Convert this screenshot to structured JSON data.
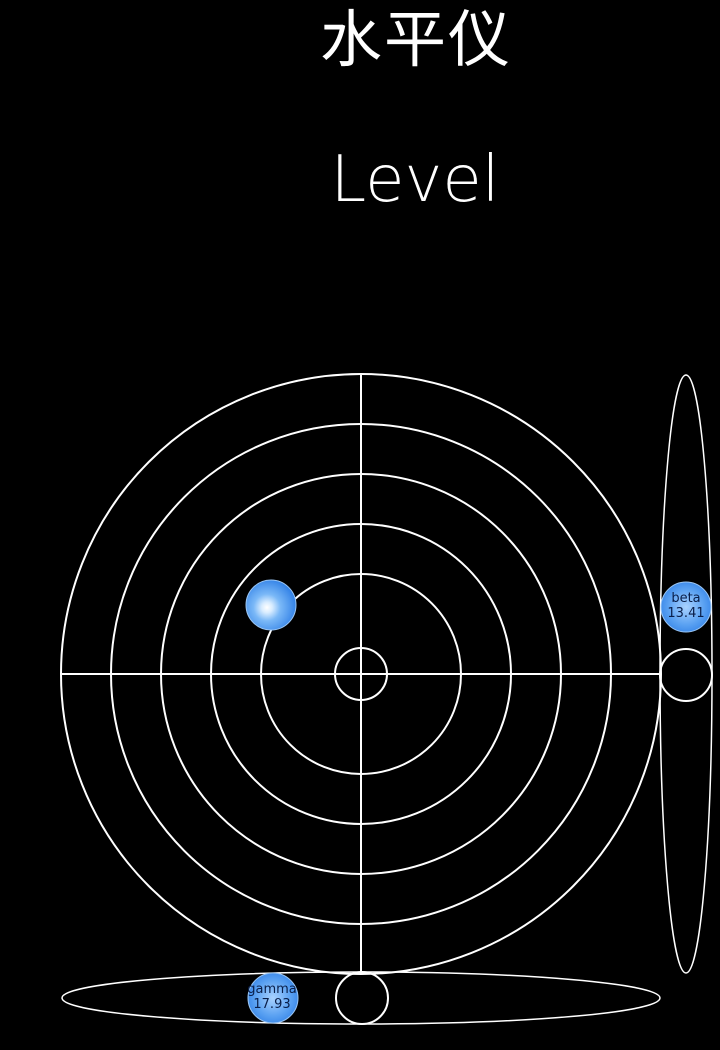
{
  "header": {
    "title_cn": "水平仪",
    "title_en": "Level"
  },
  "readouts": {
    "beta": {
      "label": "beta",
      "value": "13.41"
    },
    "gamma": {
      "label": "gamma",
      "value": "17.93"
    }
  },
  "colors": {
    "background": "#000000",
    "lines": "#ffffff",
    "bubble": "#3f8ff0",
    "bubble_highlight": "#e6f3ff"
  }
}
